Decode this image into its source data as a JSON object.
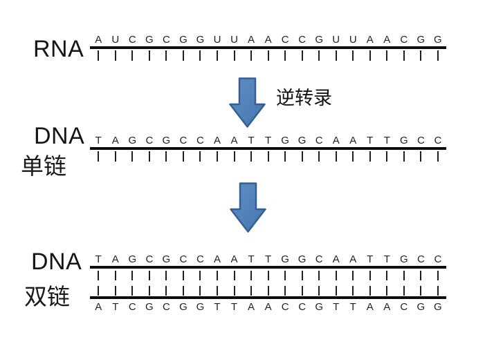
{
  "colors": {
    "background": "#ffffff",
    "strand_line": "#0d0d0d",
    "base_letter": "#222222",
    "bond_tick": "#1f1f1f",
    "arrow_fill": "#4f81bd",
    "arrow_fill_light": "#6190c5",
    "arrow_stroke": "#365f91"
  },
  "rna": {
    "label": "RNA",
    "bases": [
      "A",
      "U",
      "C",
      "G",
      "C",
      "G",
      "G",
      "U",
      "U",
      "A",
      "A",
      "C",
      "C",
      "G",
      "U",
      "U",
      "A",
      "A",
      "C",
      "G",
      "G"
    ]
  },
  "step1_arrow": {
    "label": "逆转录"
  },
  "dna_single": {
    "label_line1": "DNA",
    "label_line2": "单链",
    "bases": [
      "T",
      "A",
      "G",
      "C",
      "G",
      "C",
      "C",
      "A",
      "A",
      "T",
      "T",
      "G",
      "G",
      "C",
      "A",
      "A",
      "T",
      "T",
      "G",
      "C",
      "C"
    ]
  },
  "dna_double": {
    "label_line1": "DNA",
    "label_line2": "双链",
    "top_bases": [
      "T",
      "A",
      "G",
      "C",
      "G",
      "C",
      "C",
      "A",
      "A",
      "T",
      "T",
      "G",
      "G",
      "C",
      "A",
      "A",
      "T",
      "T",
      "G",
      "C",
      "C"
    ],
    "bottom_bases": [
      "A",
      "T",
      "C",
      "G",
      "C",
      "G",
      "G",
      "T",
      "T",
      "A",
      "A",
      "C",
      "C",
      "G",
      "T",
      "T",
      "A",
      "A",
      "C",
      "G",
      "G"
    ]
  }
}
